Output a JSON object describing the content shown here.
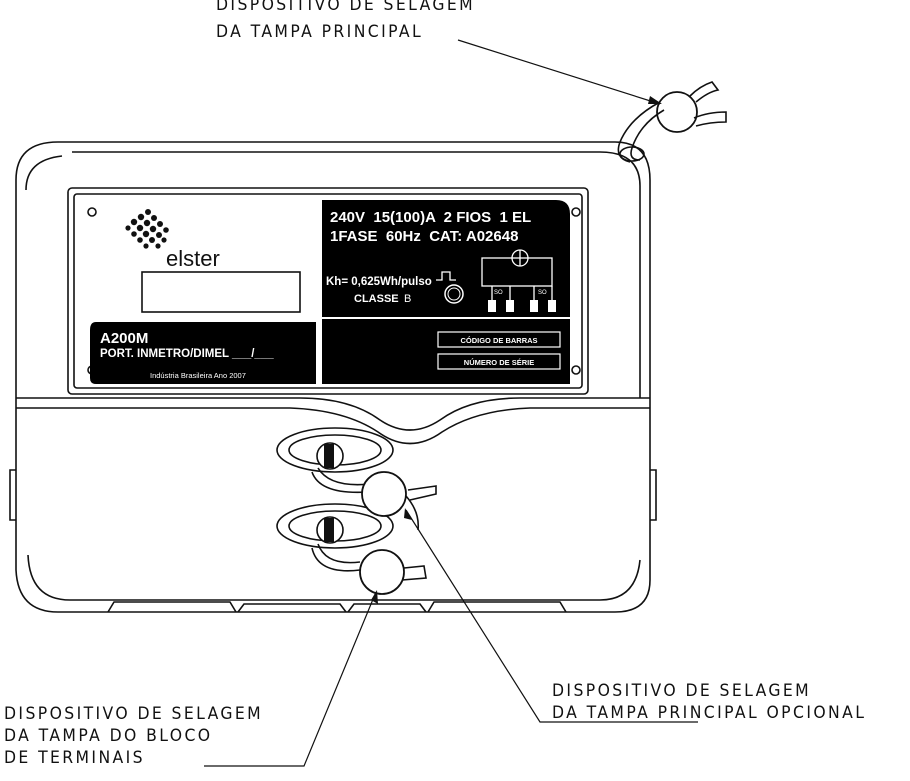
{
  "labels": {
    "top_seal": [
      "DISPOSITIVO DE SELAGEM",
      "DA TAMPA PRINCIPAL"
    ],
    "optional_seal": [
      "DISPOSITIVO DE SELAGEM",
      "DA TAMPA PRINCIPAL OPCIONAL"
    ],
    "terminal_seal": [
      "DISPOSITIVO DE SELAGEM",
      "DA TAMPA DO BLOCO",
      "DE TERMINAIS"
    ]
  },
  "nameplate": {
    "brand": "elster",
    "spec_line1": "240V  15(100)A  2 FIOS  1 EL",
    "spec_line2": "1FASE  60Hz  CAT: A02648",
    "kh": "Kh= 0,625Wh/pulso",
    "classe_label": "CLASSE",
    "classe_value": "B",
    "model": "A200M",
    "portaria": "PORT. INMETRO/DIMEL ___/___",
    "industry": "Indústria Brasileira Ano 2007",
    "barcode_label": "CÓDIGO DE BARRAS",
    "serial_label": "NÚMERO DE SÉRIE",
    "terminal_symbols": [
      "SO",
      "SO"
    ]
  },
  "colors": {
    "line": "#111111",
    "plate": "#000000",
    "paper": "#ffffff"
  }
}
